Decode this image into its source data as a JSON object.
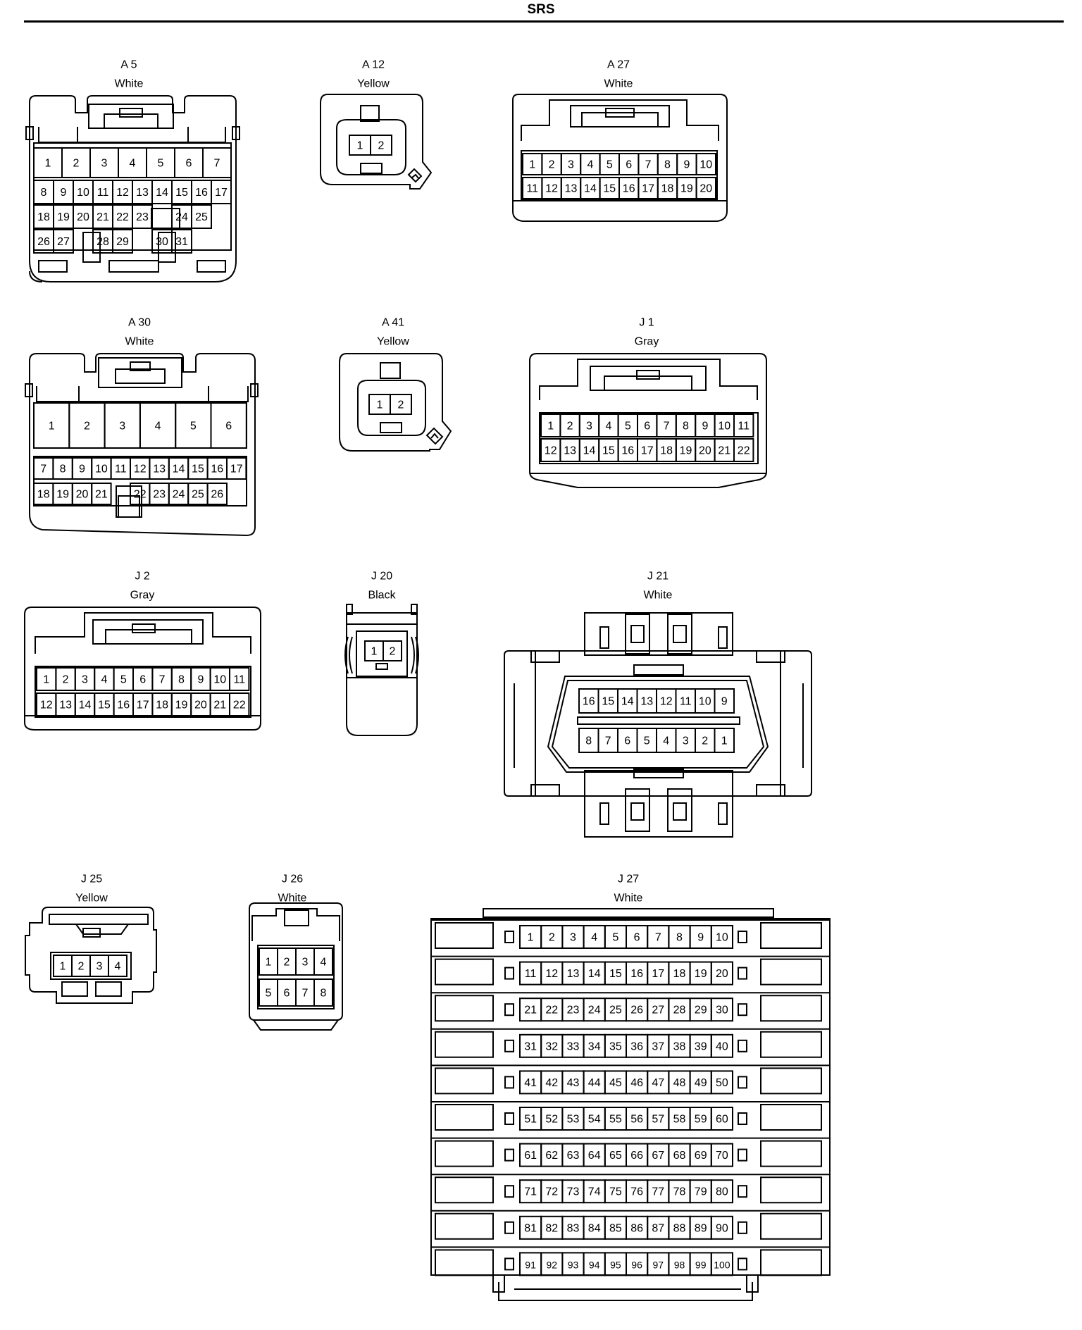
{
  "page": {
    "title": "SRS"
  },
  "connectors": [
    {
      "id": "A 5",
      "color": "White",
      "rows": [
        [
          "1",
          "2",
          "3",
          "4",
          "5",
          "6",
          "7"
        ],
        [
          "8",
          "9",
          "10",
          "11",
          "12",
          "13",
          "14",
          "15",
          "16",
          "17"
        ],
        [
          "18",
          "19",
          "20",
          "21",
          "22",
          "23",
          "",
          "24",
          "25"
        ],
        [
          "26",
          "27",
          "",
          "28",
          "29",
          "",
          "30",
          "31"
        ]
      ]
    },
    {
      "id": "A 12",
      "color": "Yellow",
      "rows": [
        [
          "1",
          "2"
        ]
      ]
    },
    {
      "id": "A 27",
      "color": "White",
      "rows": [
        [
          "1",
          "2",
          "3",
          "4",
          "5",
          "6",
          "7",
          "8",
          "9",
          "10"
        ],
        [
          "11",
          "12",
          "13",
          "14",
          "15",
          "16",
          "17",
          "18",
          "19",
          "20"
        ]
      ]
    },
    {
      "id": "A 30",
      "color": "White",
      "rows": [
        [
          "1",
          "2",
          "3",
          "4",
          "5",
          "6"
        ],
        [
          "7",
          "8",
          "9",
          "10",
          "11",
          "12",
          "13",
          "14",
          "15",
          "16",
          "17"
        ],
        [
          "18",
          "19",
          "20",
          "21",
          "",
          "22",
          "23",
          "24",
          "25",
          "26"
        ]
      ]
    },
    {
      "id": "A 41",
      "color": "Yellow",
      "rows": [
        [
          "1",
          "2"
        ]
      ]
    },
    {
      "id": "J 1",
      "color": "Gray",
      "rows": [
        [
          "1",
          "2",
          "3",
          "4",
          "5",
          "6",
          "7",
          "8",
          "9",
          "10",
          "11"
        ],
        [
          "12",
          "13",
          "14",
          "15",
          "16",
          "17",
          "18",
          "19",
          "20",
          "21",
          "22"
        ]
      ]
    },
    {
      "id": "J 2",
      "color": "Gray",
      "rows": [
        [
          "1",
          "2",
          "3",
          "4",
          "5",
          "6",
          "7",
          "8",
          "9",
          "10",
          "11"
        ],
        [
          "12",
          "13",
          "14",
          "15",
          "16",
          "17",
          "18",
          "19",
          "20",
          "21",
          "22"
        ]
      ]
    },
    {
      "id": "J 20",
      "color": "Black",
      "rows": [
        [
          "1",
          "2"
        ]
      ]
    },
    {
      "id": "J 21",
      "color": "White",
      "rows": [
        [
          "16",
          "15",
          "14",
          "13",
          "12",
          "11",
          "10",
          "9"
        ],
        [
          "8",
          "7",
          "6",
          "5",
          "4",
          "3",
          "2",
          "1"
        ]
      ]
    },
    {
      "id": "J 25",
      "color": "Yellow",
      "rows": [
        [
          "1",
          "2",
          "3",
          "4"
        ]
      ]
    },
    {
      "id": "J 26",
      "color": "White",
      "rows": [
        [
          "1",
          "2",
          "3",
          "4"
        ],
        [
          "5",
          "6",
          "7",
          "8"
        ]
      ]
    },
    {
      "id": "J 27",
      "color": "White",
      "rows": [
        [
          "1",
          "2",
          "3",
          "4",
          "5",
          "6",
          "7",
          "8",
          "9",
          "10"
        ],
        [
          "11",
          "12",
          "13",
          "14",
          "15",
          "16",
          "17",
          "18",
          "19",
          "20"
        ],
        [
          "21",
          "22",
          "23",
          "24",
          "25",
          "26",
          "27",
          "28",
          "29",
          "30"
        ],
        [
          "31",
          "32",
          "33",
          "34",
          "35",
          "36",
          "37",
          "38",
          "39",
          "40"
        ],
        [
          "41",
          "42",
          "43",
          "44",
          "45",
          "46",
          "47",
          "48",
          "49",
          "50"
        ],
        [
          "51",
          "52",
          "53",
          "54",
          "55",
          "56",
          "57",
          "58",
          "59",
          "60"
        ],
        [
          "61",
          "62",
          "63",
          "64",
          "65",
          "66",
          "67",
          "68",
          "69",
          "70"
        ],
        [
          "71",
          "72",
          "73",
          "74",
          "75",
          "76",
          "77",
          "78",
          "79",
          "80"
        ],
        [
          "81",
          "82",
          "83",
          "84",
          "85",
          "86",
          "87",
          "88",
          "89",
          "90"
        ],
        [
          "91",
          "92",
          "93",
          "94",
          "95",
          "96",
          "97",
          "98",
          "99",
          "100"
        ]
      ]
    }
  ]
}
